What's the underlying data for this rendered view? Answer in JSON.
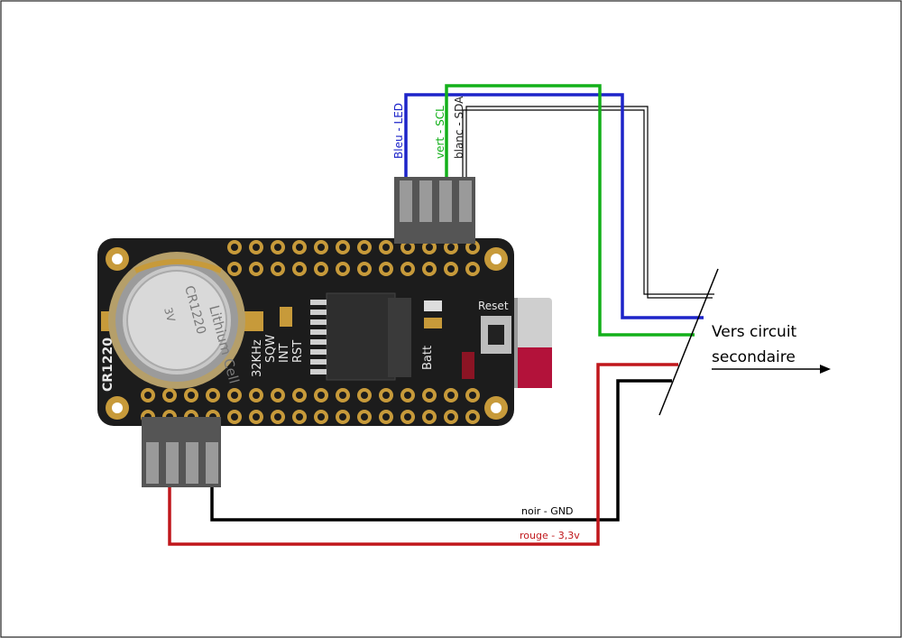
{
  "board": {
    "battery_holder_label": "CR1220",
    "battery_text_1": "Lithium Cell",
    "battery_text_2": "CR1220",
    "battery_text_3": "3V",
    "pin_label_32khz": "32KHz",
    "pin_label_sqw": "SQW",
    "pin_label_int": "INT",
    "pin_label_rst": "RST",
    "batt_label": "Batt",
    "reset_label": "Reset"
  },
  "wires": {
    "blue_label": "Bleu - LED",
    "green_label": "vert - SCL",
    "white_label": "blanc - SDA",
    "black_label": "noir - GND",
    "red_label": "rouge - 3,3v"
  },
  "destination": {
    "line1": "Vers circuit",
    "line2": "secondaire"
  },
  "colors": {
    "blue": "#1d24c9",
    "green": "#13b01a",
    "black": "#000000",
    "red": "#c0171b",
    "board": "#1c1c1c",
    "gold": "#c79a3a",
    "connector": "#555555"
  }
}
